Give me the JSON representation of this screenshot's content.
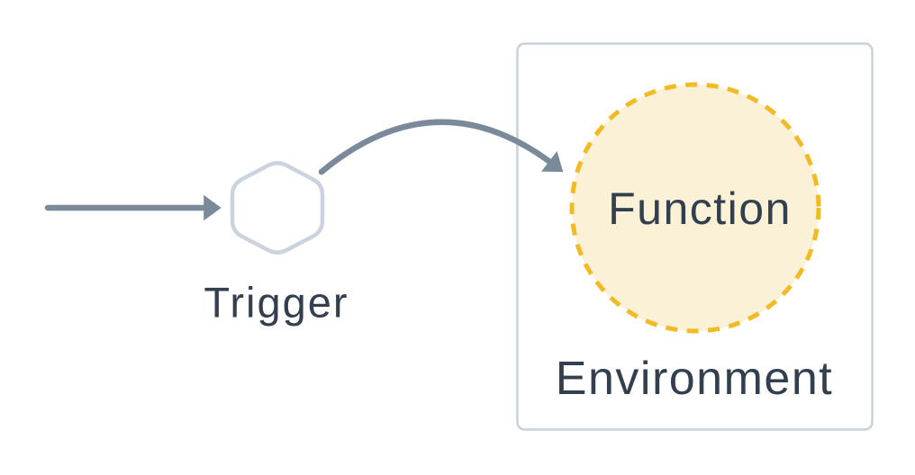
{
  "diagram": {
    "title": "trigger-function-environment flow",
    "nodes": {
      "trigger": {
        "label": "Trigger",
        "shape": "hexagon"
      },
      "function": {
        "label": "Function",
        "shape": "dashed-circle"
      },
      "environment": {
        "label": "Environment",
        "shape": "rounded-rect"
      }
    },
    "edges": [
      {
        "id": "input-to-trigger",
        "type": "straight-arrow"
      },
      {
        "id": "trigger-to-function",
        "type": "curved-arrow"
      }
    ],
    "colors": {
      "arrow": "#7A8A9B",
      "hexagon_fill": "#FFFFFF",
      "hexagon_border": "#CBD4DE",
      "environment_fill": "#FFFFFF",
      "environment_border": "#C7D1DB",
      "function_circle_fill": "#FBF1D6",
      "function_circle_border": "#F2BA24",
      "label_text": "#323F4F"
    }
  }
}
